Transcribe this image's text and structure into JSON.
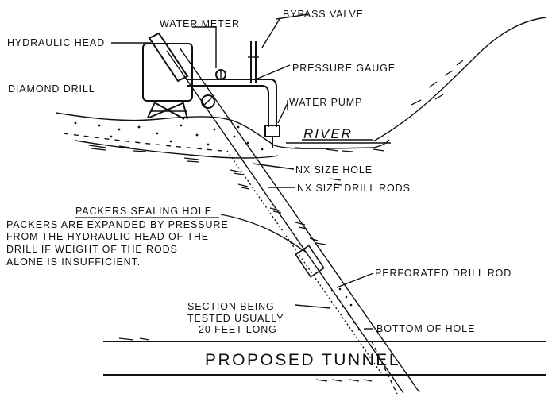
{
  "labels": {
    "hydraulic_head": "HYDRAULIC HEAD",
    "water_meter": "WATER METER",
    "bypass_valve": "BYPASS VALVE",
    "diamond_drill": "DIAMOND DRILL",
    "pressure_gauge": "PRESSURE GAUGE",
    "water_pump": "WATER PUMP",
    "river": "RIVER",
    "nx_size_hole": "NX SIZE HOLE",
    "nx_size_drill_rods": "NX SIZE DRILL RODS",
    "packers_title": "PACKERS SEALING HOLE",
    "packers_note": [
      "PACKERS ARE EXPANDED BY PRESSURE",
      "FROM THE HYDRAULIC HEAD OF THE",
      "DRILL IF WEIGHT OF THE RODS",
      "ALONE IS INSUFFICIENT."
    ],
    "perforated_rod": "PERFORATED DRILL ROD",
    "section_tested": [
      "SECTION BEING",
      "TESTED USUALLY",
      "20 FEET LONG"
    ],
    "bottom_of_hole": "BOTTOM OF HOLE",
    "proposed_tunnel": "PROPOSED TUNNEL"
  }
}
